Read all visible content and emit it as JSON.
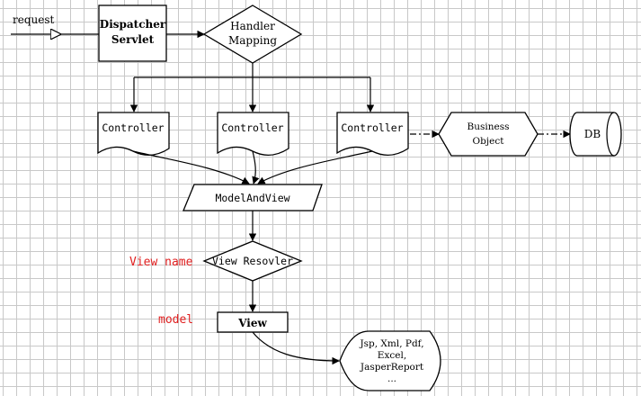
{
  "request_label": "request",
  "dispatcher": {
    "line1": "Dispatcher",
    "line2": "Servlet"
  },
  "handler_mapping": {
    "line1": "Handler",
    "line2": "Mapping"
  },
  "controllers": [
    "Controller",
    "Controller",
    "Controller"
  ],
  "business_object": {
    "line1": "Business",
    "line2": "Object"
  },
  "db": "DB",
  "model_and_view": "ModelAndView",
  "view_resolver": "View Resovler",
  "view_name_annotation": "View name",
  "model_annotation": "model",
  "view": "View",
  "view_technologies": {
    "line1": "Jsp, Xml, Pdf,",
    "line2": "Excel,",
    "line3": "JasperReport",
    "line4": "..."
  },
  "colors": {
    "annotation": "#e02020",
    "grid": "#c8c8c8",
    "stroke": "#000000"
  }
}
